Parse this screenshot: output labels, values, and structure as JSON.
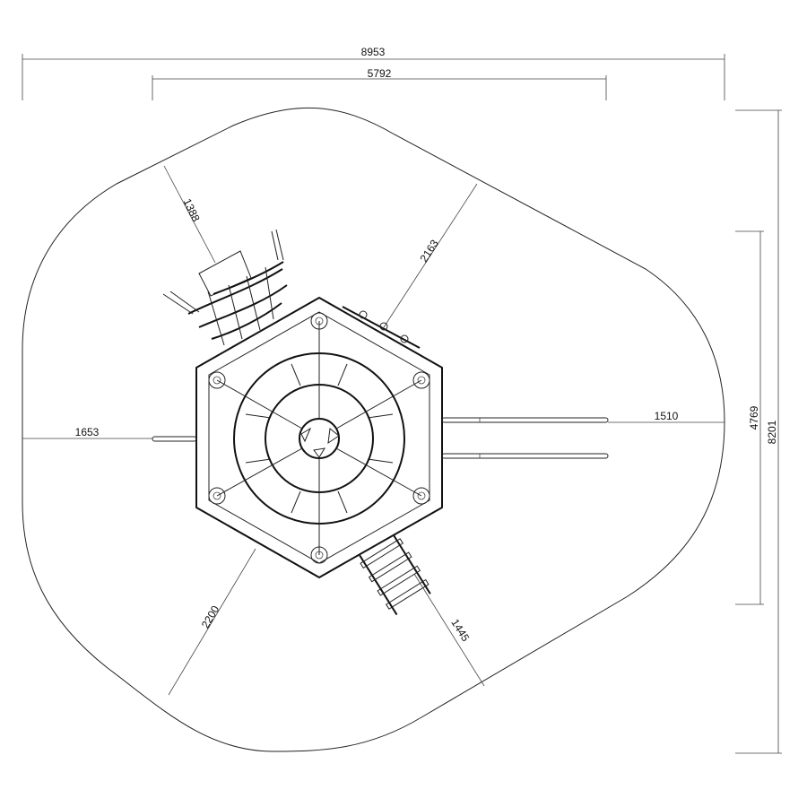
{
  "dimensions": {
    "overall_width": "8953",
    "inner_width": "5792",
    "overall_height": "8201",
    "inner_height": "4769",
    "clearance_upper_left": "1388",
    "clearance_upper_right": "2163",
    "clearance_left": "1653",
    "clearance_right": "1510",
    "clearance_lower_left": "2200",
    "clearance_lower_right": "1445"
  }
}
